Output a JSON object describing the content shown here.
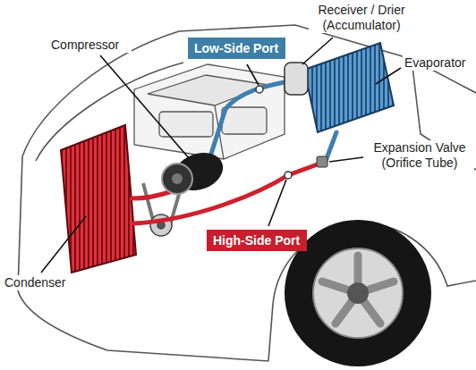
{
  "diagram": {
    "nodes": [
      {
        "text": [
          "Low-Side Port"
        ]
      },
      {
        "text": [
          "High-Side Port"
        ]
      }
    ],
    "labels": [
      "Receiver / Drier (Accumulator)",
      "Compressor",
      "Evaporator",
      "Expansion Valve (Orifice Tube)",
      "Condenser"
    ]
  }
}
